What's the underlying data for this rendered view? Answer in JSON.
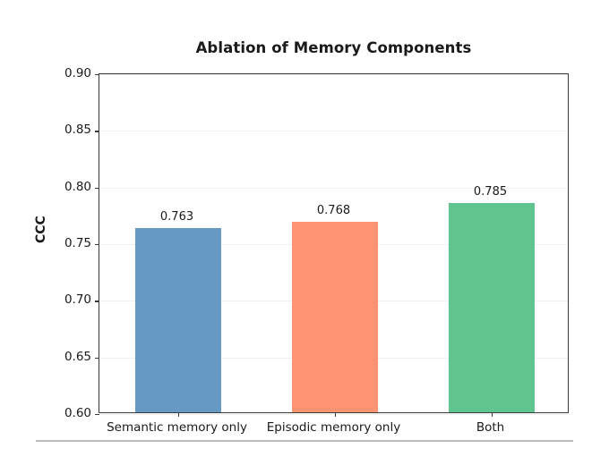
{
  "chart_data": {
    "type": "bar",
    "title": "Ablation of Memory Components",
    "xlabel": "",
    "ylabel": "CCC",
    "categories": [
      "Semantic memory only",
      "Episodic memory only",
      "Both"
    ],
    "values": [
      0.763,
      0.768,
      0.785
    ],
    "value_labels": [
      "0.763",
      "0.768",
      "0.785"
    ],
    "bar_colors": [
      "#6699c4",
      "#fd9371",
      "#5fc48f"
    ],
    "ylim": [
      0.6,
      0.9
    ],
    "yticks": [
      0.9,
      0.85,
      0.8,
      0.75,
      0.7,
      0.65,
      0.6
    ],
    "ytick_labels": [
      "0.90",
      "0.85",
      "0.80",
      "0.75",
      "0.70",
      "0.65",
      "0.60"
    ],
    "grid": "horizontal",
    "legend": "none"
  },
  "figure": {
    "background_color": "#ffffff",
    "axes_color": "#3a3a3a",
    "gridline_color": "#f0f0f0",
    "separator_color": "#bdbdbd"
  }
}
